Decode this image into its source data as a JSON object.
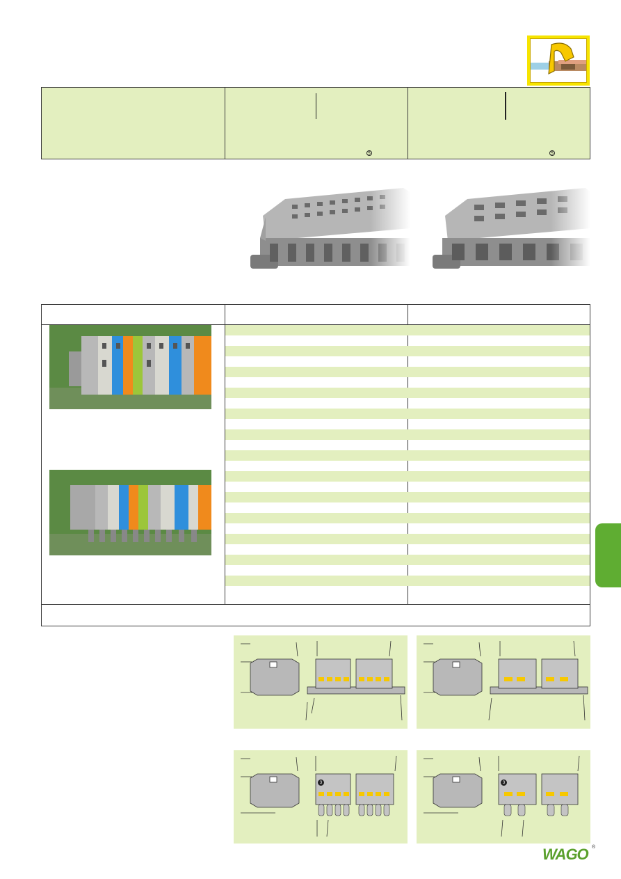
{
  "header": {
    "corner_icon": "wire-clamp-icon",
    "accent_color": "#f6e400"
  },
  "spec_box": {
    "columns": [
      "",
      "",
      ""
    ],
    "circle_marks": [
      "5",
      "5"
    ]
  },
  "table": {
    "headers": [
      "",
      "",
      ""
    ],
    "footer_note": ""
  },
  "drawings": {
    "circle_labels": [
      "3",
      "3"
    ]
  },
  "brand": {
    "logo_text": "WAGO",
    "registered_mark": "®",
    "brand_color": "#5aa02c",
    "tab_color": "#5fad32"
  }
}
